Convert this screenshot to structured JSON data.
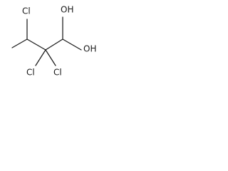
{
  "molecule": {
    "atoms": [
      {
        "id": "cl_top",
        "label": "Cl"
      },
      {
        "id": "oh_top",
        "label": "OH"
      },
      {
        "id": "oh_right",
        "label": "OH"
      },
      {
        "id": "cl_bottom_left",
        "label": "Cl"
      },
      {
        "id": "cl_bottom_right",
        "label": "Cl"
      }
    ]
  }
}
